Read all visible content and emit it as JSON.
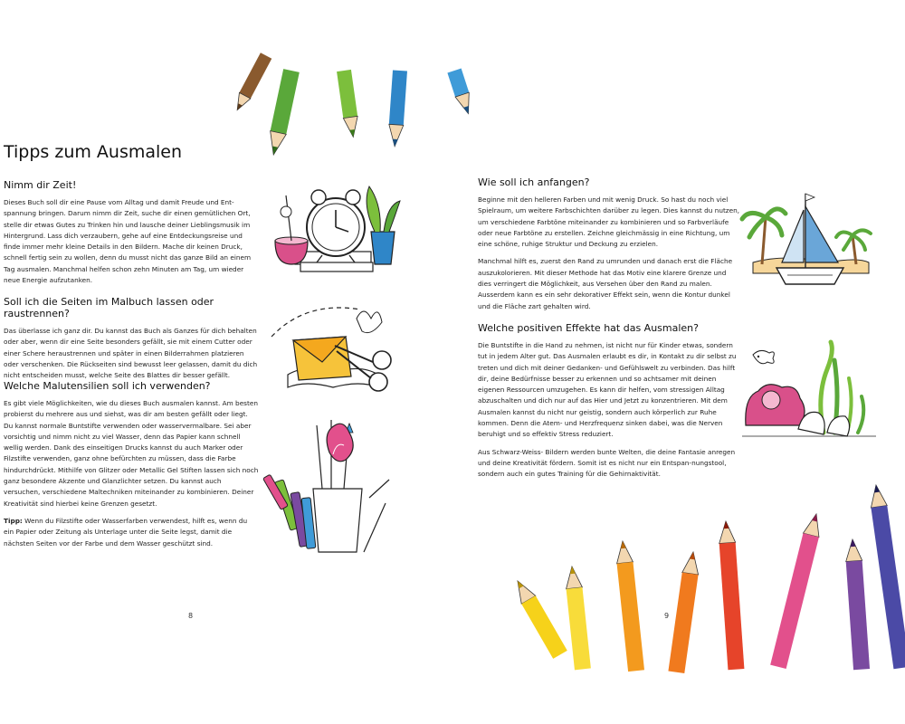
{
  "left_page": {
    "title": "Tipps zum Ausmalen",
    "sections": [
      {
        "heading": "Nimm dir Zeit!",
        "paragraphs": [
          "Dieses Buch soll dir eine Pause vom Alltag und damit Freude und Ent-spannung bringen. Darum nimm dir Zeit, suche dir einen gemütlichen Ort, stelle dir etwas Gutes zu Trinken hin und lausche deiner Lieblingsmusik im Hintergrund. Lass dich verzaubern, gehe auf eine Entdeckungsreise und finde immer mehr kleine Details in den Bildern. Mache dir keinen Druck, schnell fertig sein zu wollen, denn du musst nicht das ganze Bild an einem Tag ausmalen. Manchmal helfen schon zehn Minuten am Tag, um wieder neue Energie aufzutanken."
        ]
      },
      {
        "heading": "Soll ich die Seiten im Malbuch lassen oder raustrennen?",
        "paragraphs": [
          "Das überlasse ich ganz dir. Du kannst das Buch als Ganzes für dich behalten oder aber, wenn dir eine Seite besonders gefällt, sie mit einem Cutter oder einer Schere heraustrennen und später in einen Bilderrahmen platzieren oder verschenken. Die Rückseiten sind bewusst leer gelassen, damit du dich nicht entscheiden musst, welche Seite des Blattes dir besser gefällt."
        ]
      },
      {
        "heading": "Welche Malutensilien soll ich verwenden?",
        "paragraphs": [
          "Es gibt viele Möglichkeiten, wie du dieses Buch ausmalen kannst.  Am besten probierst du mehrere aus und siehst, was dir am besten gefällt oder liegt. Du kannst normale Buntstifte verwenden oder wasservermalbare. Sei aber vorsichtig und nimm nicht zu viel Wasser, denn das Papier kann schnell wellig werden. Dank des einseitigen Drucks kannst du auch Marker oder Filzstifte verwenden, ganz ohne befürchten zu müssen, dass die Farbe hindurchdrückt. Mithilfe von Glitzer oder Metallic Gel Stiften lassen sich noch ganz besondere  Akzente und Glanzlichter setzen. Du kannst auch versuchen, verschiedene Maltechniken miteinander zu kombinieren. Deiner Kreativität sind hierbei keine Grenzen gesetzt."
        ]
      }
    ],
    "tip": {
      "label": "Tipp:",
      "text": " Wenn du Filzstifte oder Wasserfarben verwendest, hilft es, wenn du ein Papier oder Zeitung als Unterlage unter die Seite legst, damit die nächsten Seiten vor der Farbe und dem Wasser geschützt sind."
    },
    "page_number": "8"
  },
  "right_page": {
    "sections": [
      {
        "heading": "Wie soll ich anfangen?",
        "paragraphs": [
          "Beginne mit den helleren Farben und mit wenig Druck. So hast du noch viel Spielraum, um weitere Farbschichten darüber zu legen. Dies kannst du nutzen, um verschiedene Farbtöne miteinander zu kombinieren und so Farbverläufe oder neue Farbtöne zu erstellen. Zeichne gleichmässig in eine Richtung, um eine schöne, ruhige Struktur und Deckung zu erzielen.",
          "Manchmal hilft es, zuerst den Rand zu umrunden und danach erst die Fläche auszukolorieren. Mit dieser Methode hat das Motiv eine klarere Grenze und dies verringert die Möglichkeit, aus Versehen über den Rand zu malen. Ausserdem kann es ein sehr dekorativer Effekt sein, wenn die Kontur dunkel und die Fläche zart gehalten wird."
        ]
      },
      {
        "heading": "Welche positiven Effekte hat das Ausmalen?",
        "paragraphs": [
          "Die Buntstifte in die Hand zu nehmen, ist nicht nur für Kinder etwas, sondern tut in jedem Alter gut. Das Ausmalen erlaubt es dir, in Kontakt zu dir selbst zu treten und dich mit deiner Gedanken- und Gefühlswelt zu verbinden. Das hilft dir, deine Bedürfnisse besser zu erkennen und so achtsamer mit deinen eigenen Ressourcen umzugehen. Es kann dir helfen, vom stressigen Alltag abzuschalten und dich nur auf das Hier und Jetzt zu konzentrieren. Mit dem Ausmalen kannst du nicht nur geistig, sondern auch körperlich zur Ruhe kommen. Denn die Atem- und Herzfrequenz sinken dabei, was die Nerven beruhigt und so effektiv Stress reduziert.",
          "Aus Schwarz-Weiss- Bildern werden bunte Welten, die deine Fantasie anregen und deine Kreativität fördern. Somit ist es nicht nur ein Entspan-nungstool, sondern auch ein gutes Training für die Gehirnaktivität."
        ]
      }
    ],
    "page_number": "9"
  },
  "colors": {
    "text": "#1a1a1a",
    "pencil_brown": "#8a5a2e",
    "pencil_green": "#5aa83a",
    "pencil_lightgreen": "#7cbf3c",
    "pencil_blue": "#2f86c8",
    "pencil_lightblue": "#3f9bd8",
    "pencil_yellow": "#f6d21a",
    "pencil_orange": "#f39a1e",
    "pencil_red": "#e6442a",
    "pencil_pink": "#e2508c",
    "pencil_purple": "#7a4aa0",
    "pencil_navy": "#4b4aa6",
    "sail_blue": "#6aa6d8",
    "coral_pink": "#d9508a"
  },
  "icons": [
    "clock-teacup-illustration",
    "envelope-scissors-illustration",
    "art-supplies-cup-illustration",
    "sailboat-island-illustration",
    "coral-seaweed-illustration"
  ]
}
